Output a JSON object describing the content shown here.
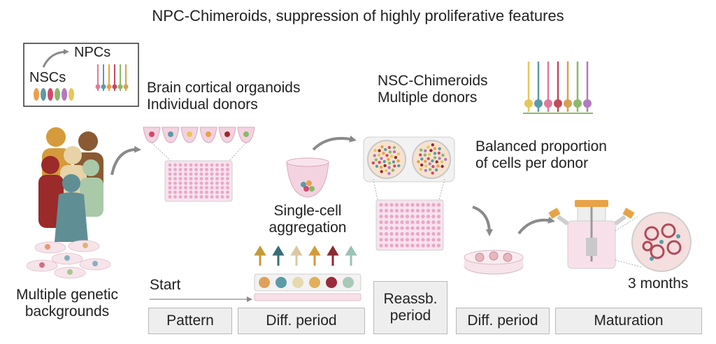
{
  "title": "NPC-Chimeroids, suppression of highly proliferative features",
  "legend": {
    "from": "NSCs",
    "to": "NPCs"
  },
  "labels": {
    "brain_organoids_line1": "Brain cortical organoids",
    "brain_organoids_line2": "Individual donors",
    "nsc_chimeroids_line1": "NSC-Chimeroids",
    "nsc_chimeroids_line2": "Multiple donors",
    "balanced_line1": "Balanced proportion",
    "balanced_line2": "of cells per donor",
    "single_cell_line1": "Single-cell",
    "single_cell_line2": "aggregation",
    "genetic_line1": "Multiple genetic",
    "genetic_line2": "backgrounds",
    "start": "Start",
    "three_months": "3 months"
  },
  "timeline": [
    {
      "line1": "Pattern",
      "line2": ""
    },
    {
      "line1": "Diff. period",
      "line2": ""
    },
    {
      "line1": "Reassb.",
      "line2": "period"
    },
    {
      "line1": "Diff. period",
      "line2": ""
    },
    {
      "line1": "Maturation",
      "line2": ""
    }
  ],
  "colors": {
    "arrow": "#8a8a8a",
    "well_pink": "#eaa7c8",
    "plate_bg": "#f7e3ee",
    "timeline_box": "#eeeeee"
  }
}
